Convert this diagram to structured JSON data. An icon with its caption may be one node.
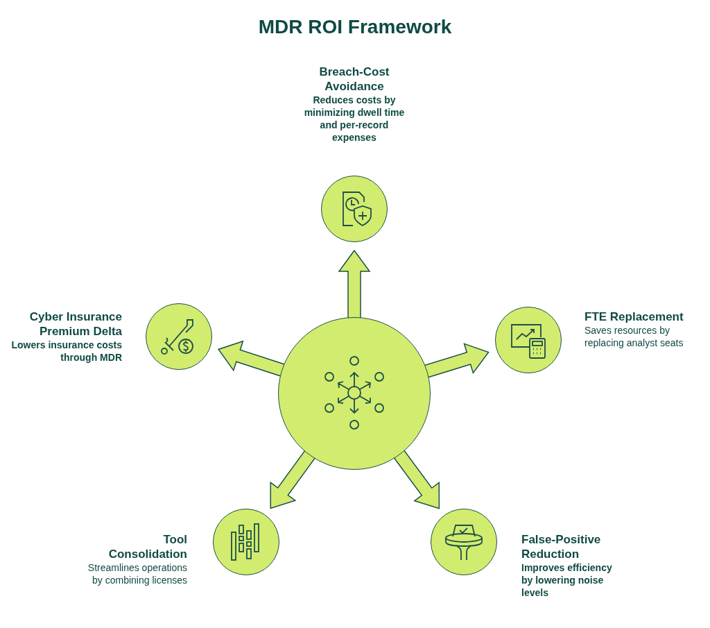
{
  "diagram": {
    "title": "MDR ROI Framework",
    "nodes": [
      {
        "text": [],
        "shape": "circle"
      },
      {
        "text": [],
        "shape": "circle",
        "beside": [
          "Breach-Cost Avoidance",
          "Reduces costs by minimizing dwell time and per-record expenses"
        ]
      },
      {
        "text": [],
        "shape": "circle",
        "beside": [
          "FTE Replacement",
          "Saves resources by replacing analyst seats"
        ]
      },
      {
        "text": [],
        "shape": "circle",
        "beside": [
          "False-Positive Reduction",
          "Improves efficiency by lowering noise levels"
        ]
      },
      {
        "text": [],
        "shape": "circle",
        "beside": [
          "Tool Consolidation",
          "Streamlines operations by combining licenses"
        ]
      },
      {
        "text": [],
        "shape": "circle",
        "beside": [
          "Cyber Insurance Premium Delta",
          "Lowers insurance costs through MDR"
        ]
      }
    ],
    "edges": [
      {
        "from": 0,
        "to": 1,
        "arrow": "to",
        "style": "thick"
      },
      {
        "from": 0,
        "to": 2,
        "arrow": "to",
        "style": "thick"
      },
      {
        "from": 0,
        "to": 3,
        "arrow": "to",
        "style": "thick"
      },
      {
        "from": 0,
        "to": 4,
        "arrow": "to",
        "style": "thick"
      },
      {
        "from": 0,
        "to": 5,
        "arrow": "to",
        "style": "thick"
      }
    ]
  }
}
